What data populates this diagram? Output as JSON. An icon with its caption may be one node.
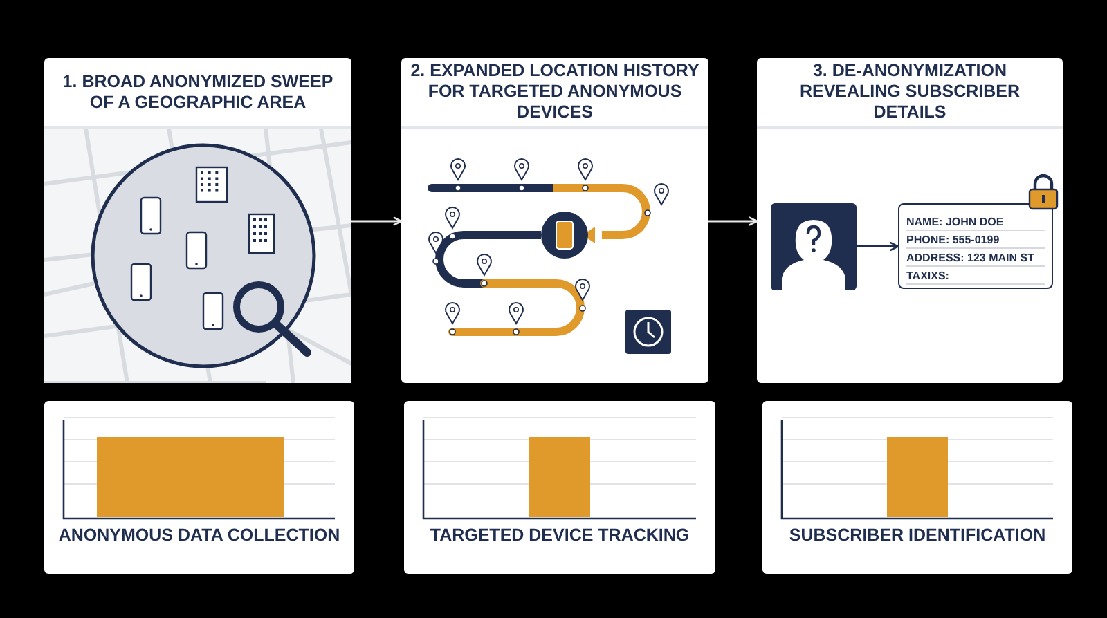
{
  "diagram": {
    "nodes": [
      {
        "text": [
          "1. BROAD ANONYMIZED SWEEP OF A GEOGRAPHIC AREA"
        ]
      },
      {
        "text": [
          "2. EXPANDED LOCATION HISTORY FOR TARGETED ANONYMOUS DEVICES"
        ]
      },
      {
        "text": [
          "3. DE-ANONYMIZATION REVEALING SUBSCRIBER DETAILS"
        ]
      },
      {
        "text": [],
        "shape": "person",
        "in": 2
      },
      {
        "text": [
          "NAME: JOHN DOE",
          "PHONE: 555-0199",
          "ADDRESS: 123 MAIN ST",
          "TAXIXS:"
        ],
        "in": 2
      },
      {
        "text": [
          "ANONYMOUS DATA COLLECTION"
        ]
      },
      {
        "text": [
          "TARGETED DEVICE TRACKING"
        ]
      },
      {
        "text": [
          "SUBSCRIBER IDENTIFICATION"
        ]
      }
    ],
    "edges": [
      {
        "from": 0,
        "to": 1,
        "arrow": "to"
      },
      {
        "from": 1,
        "to": 2,
        "arrow": "to"
      },
      {
        "from": 3,
        "to": 4,
        "arrow": "to",
        "color": "#1f2d4e"
      }
    ]
  }
}
